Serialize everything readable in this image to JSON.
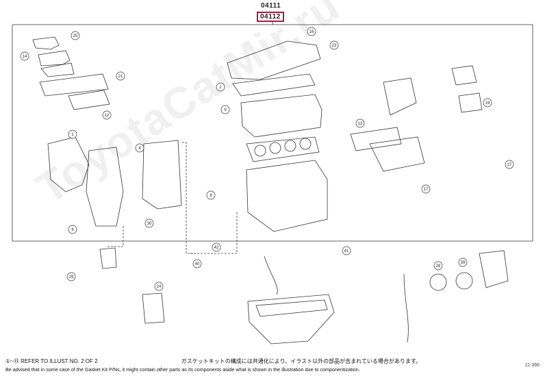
{
  "header": {
    "parent_part_no": "04111",
    "selected_part_no": "04112"
  },
  "footer": {
    "line1_en": "①~⑬ REFER TO ILLUST NO. 2 OF 2",
    "line1_jp": "ガスケットキットの構成には共通化により、イラスト以外の部品が含まれている場合があります。",
    "line2": "Be advised that in some case of the Gasket Kit P/Ns, it might contain other parts as its components aside what is shown in the illustration due to componentization.",
    "sheet_code": "11-366"
  },
  "watermark": "ToyotaCatMir.ru",
  "callouts": [
    "6",
    "14",
    "12",
    "23",
    "4",
    "2",
    "9",
    "16",
    "8",
    "19",
    "29",
    "42",
    "40",
    "41",
    "1",
    "13",
    "17",
    "21",
    "24",
    "25",
    "27",
    "28",
    "39",
    "30"
  ]
}
